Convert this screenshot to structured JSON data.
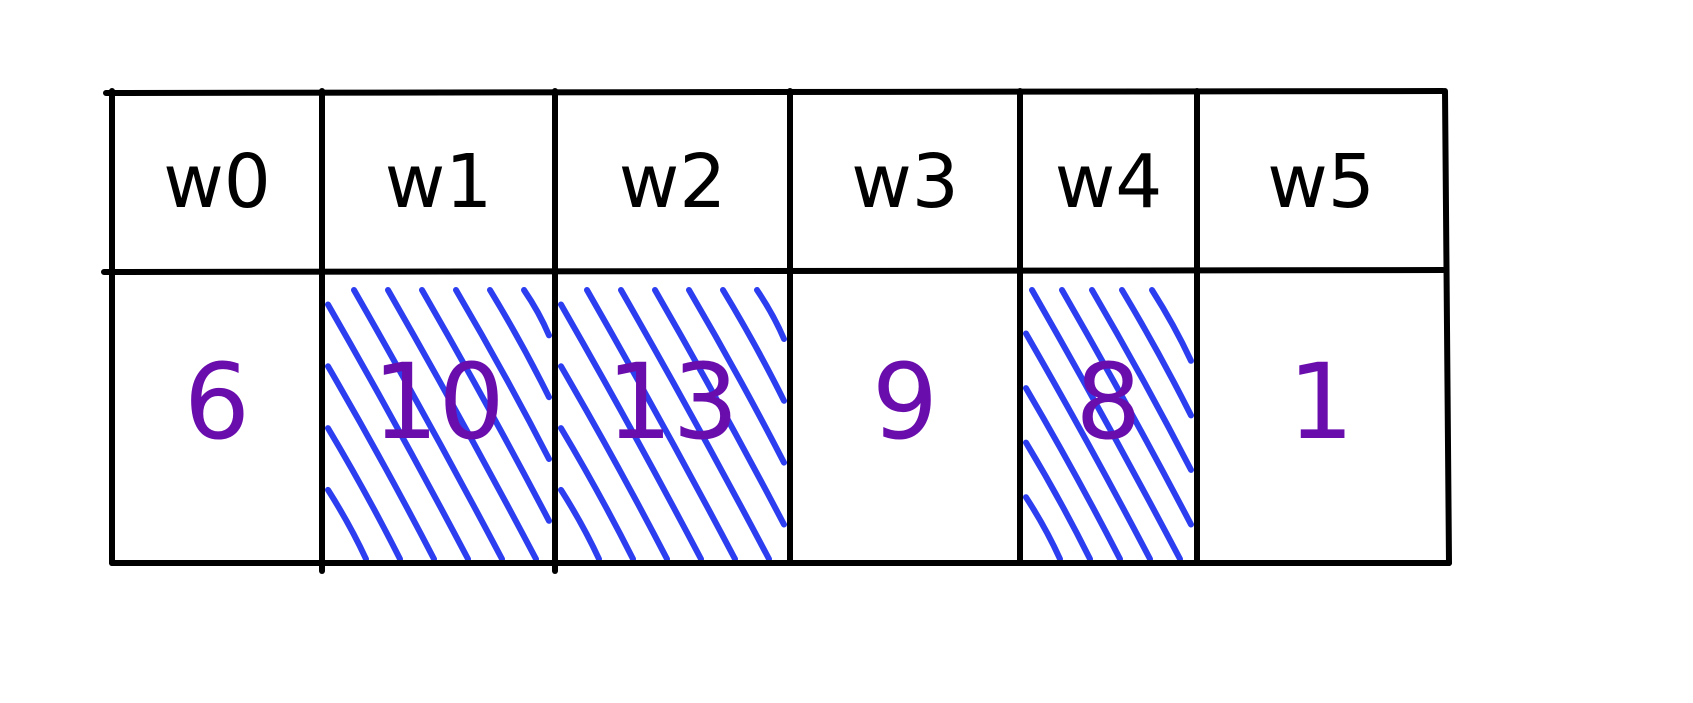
{
  "colors": {
    "grid": "#000000",
    "header_text": "#000000",
    "value_text": "#6a0dad",
    "hatch": "#2c3ef0",
    "background": "#ffffff"
  },
  "table": {
    "headers": [
      "w0",
      "w1",
      "w2",
      "w3",
      "w4",
      "w5"
    ],
    "values": [
      "6",
      "10",
      "13",
      "9",
      "8",
      "1"
    ],
    "hatched": [
      false,
      true,
      true,
      false,
      true,
      false
    ]
  }
}
